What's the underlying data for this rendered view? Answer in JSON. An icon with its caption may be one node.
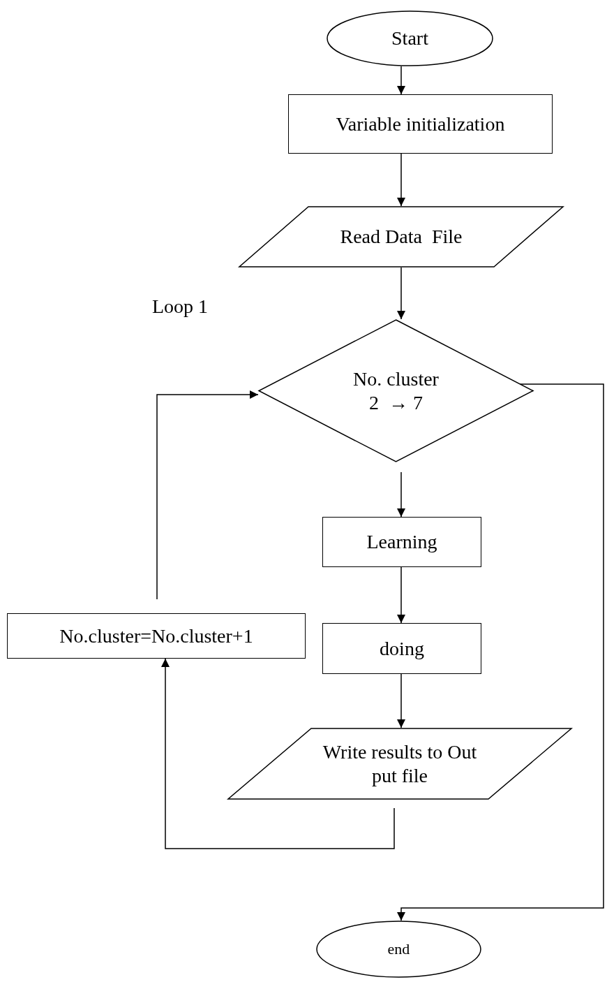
{
  "diagram": {
    "nodes": [
      {
        "text": [
          "Start"
        ]
      },
      {
        "text": [
          "Variable initialization"
        ]
      },
      {
        "text": [
          "Read Data  File"
        ]
      },
      {
        "text": [
          "No. cluster",
          "2  → 7"
        ]
      },
      {
        "text": [
          "Learning"
        ]
      },
      {
        "text": [
          "doing"
        ]
      },
      {
        "text": [
          "Write results to Out put file"
        ]
      },
      {
        "text": [
          "No.cluster=No.cluster+1"
        ]
      },
      {
        "text": [
          "end"
        ]
      }
    ],
    "edges": [
      {
        "from": 0,
        "to": 1,
        "arrow": "to"
      },
      {
        "from": 1,
        "to": 2,
        "arrow": "to"
      },
      {
        "from": 2,
        "to": 3,
        "arrow": "to"
      },
      {
        "from": 3,
        "to": 4,
        "arrow": "to"
      },
      {
        "from": 4,
        "to": 5,
        "arrow": "to"
      },
      {
        "from": 5,
        "to": 6,
        "arrow": "to"
      },
      {
        "from": 6,
        "to": 7,
        "arrow": "to"
      },
      {
        "from": 7,
        "to": 3,
        "arrow": "to"
      },
      {
        "from": 3,
        "to": 8,
        "arrow": "to"
      }
    ],
    "labels": [
      "Loop 1"
    ]
  }
}
